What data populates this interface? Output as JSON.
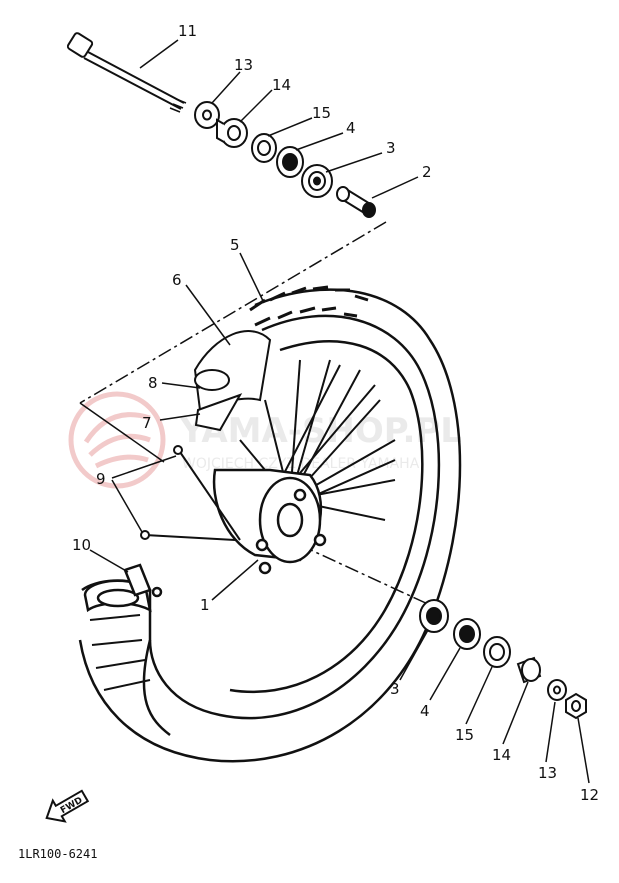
{
  "callouts": {
    "c11": "11",
    "c13a": "13",
    "c14a": "14",
    "c15a": "15",
    "c4a": "4",
    "c3a": "3",
    "c2": "2",
    "c5": "5",
    "c6": "6",
    "c8": "8",
    "c7": "7",
    "c9": "9",
    "c10": "10",
    "c1": "1",
    "c3b": "3",
    "c4b": "4",
    "c15b": "15",
    "c14b": "14",
    "c13b": "13",
    "c12": "12"
  },
  "watermark": {
    "main": "YAMA-SHOP.PL",
    "sub": "WOJCIECH CZYŻ DEALER YAMAHA"
  },
  "fwd_label": "FWD",
  "diagram_code": "1LR100-6241",
  "colors": {
    "line": "#111111",
    "watermark": "#e8a0a0",
    "watermark_text": "#d9d9d9"
  }
}
